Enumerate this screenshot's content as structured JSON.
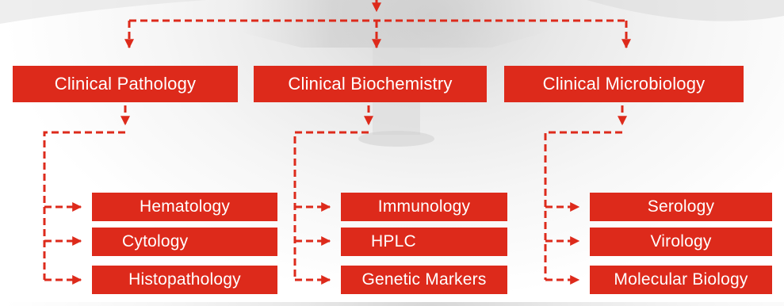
{
  "diagram": {
    "accent_color": "#dd2a1b",
    "connector_style": "dashed-arrow",
    "departments": [
      {
        "title": "Clinical Pathology",
        "subunits": [
          "Hematology",
          "Cytology",
          "Histopathology"
        ]
      },
      {
        "title": "Clinical Biochemistry",
        "subunits": [
          "Immunology",
          "HPLC",
          "Genetic Markers"
        ]
      },
      {
        "title": "Clinical Microbiology",
        "subunits": [
          "Serology",
          "Virology",
          "Molecular Biology"
        ]
      }
    ]
  }
}
